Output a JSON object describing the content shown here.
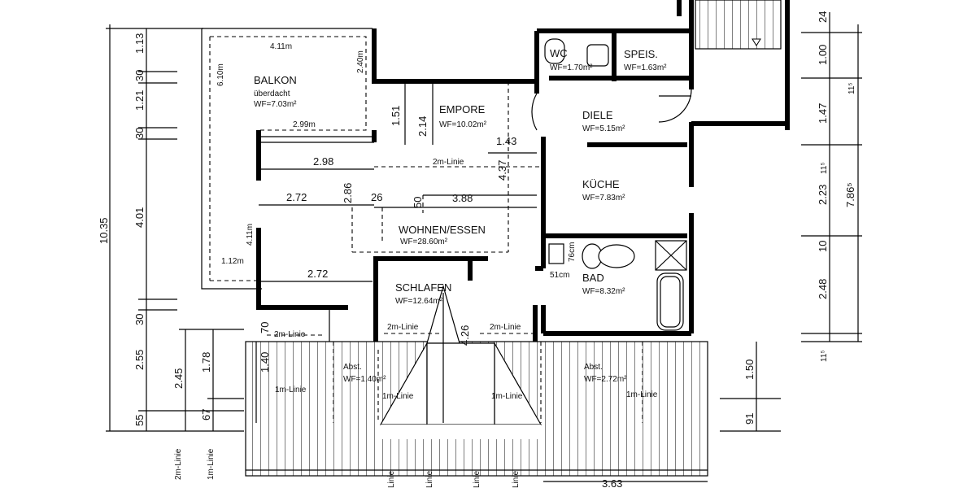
{
  "rooms": {
    "balkon": {
      "name": "BALKON",
      "sub": "überdacht",
      "wf": "WF=7.03m²"
    },
    "empore": {
      "name": "EMPORE",
      "wf": "WF=10.02m²"
    },
    "wc": {
      "name": "WC",
      "wf": "WF=1.70m²"
    },
    "speis": {
      "name": "SPEIS.",
      "wf": "WF=1.63m²"
    },
    "diele": {
      "name": "DIELE",
      "wf": "WF=5.15m²"
    },
    "kueche": {
      "name": "KÜCHE",
      "wf": "WF=7.83m²"
    },
    "wohnen": {
      "name": "WOHNEN/ESSEN",
      "wf": "WF=28.60m²"
    },
    "schlafen": {
      "name": "SCHLAFEN",
      "wf": "WF=12.64m²"
    },
    "bad": {
      "name": "BAD",
      "wf": "WF=8.32m²"
    },
    "abst_left": {
      "name": "Abst.",
      "wf": "WF=1.40m²"
    },
    "abst_right": {
      "name": "Abst.",
      "wf": "WF=2.72m²"
    }
  },
  "dimensions": {
    "balkon_top": "4.11m",
    "balkon_left": "6.10m",
    "balkon_right": "2.40m",
    "balkon_bottom": "2.99m",
    "living_left": "4.11m",
    "living_corner": "1.12m",
    "d_298": "2.98",
    "d_272_top": "2.72",
    "d_286": "2.86",
    "d_26": "26",
    "d_50": "50",
    "d_388": "3.88",
    "d_143": "1.43",
    "d_437": "4.37",
    "d_151": "1.51",
    "d_214": "2.14",
    "d_272_low": "2.72",
    "d_70": "70",
    "d_140": "1.40",
    "d_426": "4.26",
    "d_76cm": "76cm",
    "d_51cm": "51cm",
    "d_363": "3.63",
    "left_total": "10.35",
    "left_113": "1.13",
    "left_30a": "30",
    "left_121": "1.21",
    "left_30b": "30",
    "left_401": "4.01",
    "left_30c": "30",
    "left_255": "2.55",
    "left_55": "55",
    "left2_245": "2.45",
    "left2_178": "1.78",
    "left2_67": "67",
    "right_24": "24",
    "right_100": "1.00",
    "right_11a": "11⁵",
    "right_147": "1.47",
    "right_11b": "11⁵",
    "right_223": "2.23",
    "right_10": "10",
    "right_248": "2.48",
    "right_11c": "11⁵",
    "right_786": "7.86⁵",
    "right_150": "1.50",
    "right_91": "91"
  },
  "lines": {
    "two_m": "2m-Linie",
    "one_m": "1m-Linie",
    "linie": "Linie"
  }
}
